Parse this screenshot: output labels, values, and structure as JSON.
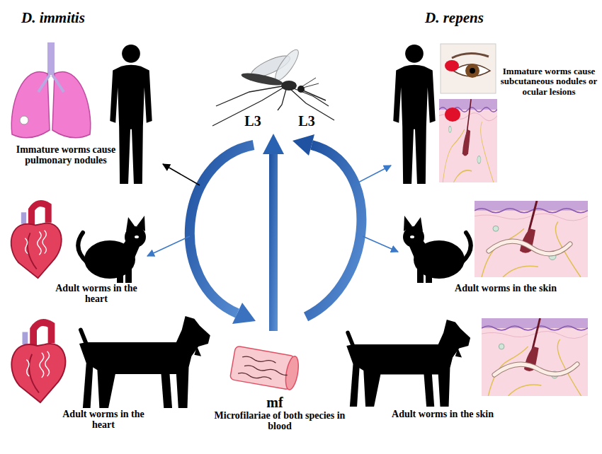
{
  "diagram": {
    "labels": [
      "D. immitis",
      "D. repens",
      "L3",
      "L3",
      "Immature worms cause subcutaneous nodules or ocular lesions",
      "Immature worms cause pulmonary nodules",
      "Adult worms in the heart",
      "Adult worms in the skin",
      "Adult worms in the heart",
      "mf",
      "Microfilariae of both species in blood",
      "Adult worms in the skin"
    ]
  }
}
